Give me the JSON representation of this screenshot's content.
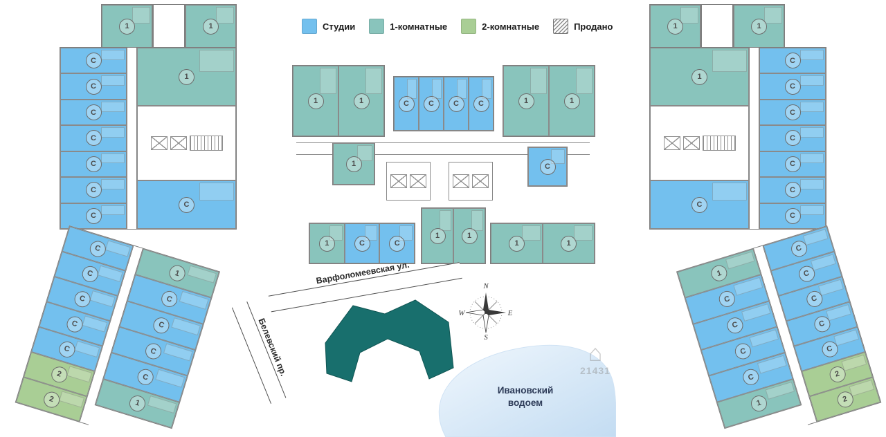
{
  "legend": {
    "items": [
      {
        "label": "Студии",
        "type": "studio",
        "color": "#73c0ee"
      },
      {
        "label": "1-комнатные",
        "type": "one",
        "color": "#89c4bc"
      },
      {
        "label": "2-комнатные",
        "type": "two",
        "color": "#a9ce95"
      },
      {
        "label": "Продано",
        "type": "sold",
        "color": "#8d8d8d"
      }
    ]
  },
  "site": {
    "street_top": "Варфоломеевская ул.",
    "street_left": "Белевский пр.",
    "pond_line1": "Ивановский",
    "pond_line2": "водоем",
    "compass": {
      "n": "N",
      "s": "S",
      "e": "E",
      "w": "W"
    },
    "footprint_color": "#186f6d"
  },
  "watermark": {
    "digits": "21431"
  },
  "buildings": {
    "left_wing": {
      "top_a": [
        {
          "l": "1",
          "t": "one"
        }
      ],
      "top_b": [
        {
          "l": "1",
          "t": "one"
        }
      ],
      "main_outer": [
        {
          "l": "С",
          "t": "studio"
        },
        {
          "l": "С",
          "t": "studio"
        },
        {
          "l": "С",
          "t": "studio"
        },
        {
          "l": "С",
          "t": "studio"
        },
        {
          "l": "С",
          "t": "studio"
        },
        {
          "l": "С",
          "t": "studio"
        },
        {
          "l": "С",
          "t": "studio"
        }
      ],
      "main_inner_top": [
        {
          "l": "1",
          "t": "one"
        }
      ],
      "main_inner_bottom": [
        {
          "l": "С",
          "t": "studio"
        }
      ],
      "angled_outer": [
        {
          "l": "С",
          "t": "studio"
        },
        {
          "l": "С",
          "t": "studio"
        },
        {
          "l": "С",
          "t": "studio"
        },
        {
          "l": "С",
          "t": "studio"
        },
        {
          "l": "С",
          "t": "studio"
        },
        {
          "l": "2",
          "t": "two"
        },
        {
          "l": "2",
          "t": "two"
        }
      ],
      "angled_inner": [
        {
          "l": "1",
          "t": "one"
        },
        {
          "l": "С",
          "t": "studio"
        },
        {
          "l": "С",
          "t": "studio"
        },
        {
          "l": "С",
          "t": "studio"
        },
        {
          "l": "С",
          "t": "studio"
        },
        {
          "l": "1",
          "t": "one"
        }
      ]
    },
    "center": {
      "top_left": [
        {
          "l": "1",
          "t": "one"
        },
        {
          "l": "1",
          "t": "one"
        }
      ],
      "top_mid": [
        {
          "l": "С",
          "t": "studio"
        },
        {
          "l": "С",
          "t": "studio"
        },
        {
          "l": "С",
          "t": "studio"
        },
        {
          "l": "С",
          "t": "studio"
        }
      ],
      "top_right": [
        {
          "l": "1",
          "t": "one"
        },
        {
          "l": "1",
          "t": "one"
        }
      ],
      "mid_left": [
        {
          "l": "1",
          "t": "one"
        }
      ],
      "mid_right": [
        {
          "l": "С",
          "t": "studio"
        }
      ],
      "bottom_left": [
        {
          "l": "1",
          "t": "one"
        },
        {
          "l": "С",
          "t": "studio"
        },
        {
          "l": "С",
          "t": "studio"
        }
      ],
      "bottom_mid": [
        {
          "l": "1",
          "t": "one"
        },
        {
          "l": "1",
          "t": "one"
        }
      ],
      "bottom_right": [
        {
          "l": "1",
          "t": "one"
        },
        {
          "l": "1",
          "t": "one"
        }
      ]
    },
    "right_wing": {
      "top_a": [
        {
          "l": "1",
          "t": "one"
        }
      ],
      "top_b": [
        {
          "l": "1",
          "t": "one"
        }
      ],
      "main_outer": [
        {
          "l": "С",
          "t": "studio"
        },
        {
          "l": "С",
          "t": "studio"
        },
        {
          "l": "С",
          "t": "studio"
        },
        {
          "l": "С",
          "t": "studio"
        },
        {
          "l": "С",
          "t": "studio"
        },
        {
          "l": "С",
          "t": "studio"
        },
        {
          "l": "С",
          "t": "studio"
        }
      ],
      "main_inner_top": [
        {
          "l": "1",
          "t": "one"
        }
      ],
      "main_inner_bottom": [
        {
          "l": "С",
          "t": "studio"
        }
      ],
      "angled_inner": [
        {
          "l": "1",
          "t": "one"
        },
        {
          "l": "С",
          "t": "studio"
        },
        {
          "l": "С",
          "t": "studio"
        },
        {
          "l": "С",
          "t": "studio"
        },
        {
          "l": "С",
          "t": "studio"
        },
        {
          "l": "1",
          "t": "one"
        }
      ],
      "angled_outer": [
        {
          "l": "С",
          "t": "studio"
        },
        {
          "l": "С",
          "t": "studio"
        },
        {
          "l": "С",
          "t": "studio"
        },
        {
          "l": "С",
          "t": "studio"
        },
        {
          "l": "С",
          "t": "studio"
        },
        {
          "l": "2",
          "t": "two"
        },
        {
          "l": "2",
          "t": "two"
        }
      ]
    }
  }
}
